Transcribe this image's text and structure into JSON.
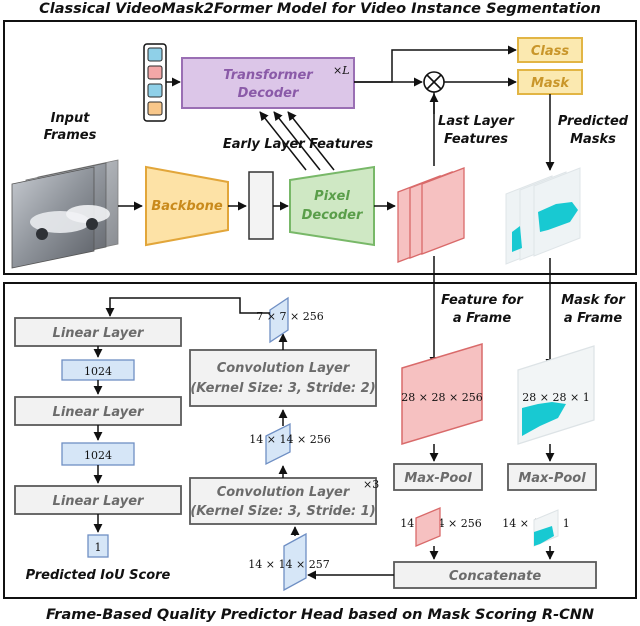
{
  "title_top": "Classical VideoMask2Former Model for Video Instance Segmentation",
  "title_bottom": "Frame-Based Quality Predictor Head based on Mask Scoring R-CNN",
  "top": {
    "transformer_line1": "Transformer",
    "transformer_line2": "Decoder",
    "times_L": "×L",
    "class_label": "Class",
    "mask_label": "Mask",
    "input_line1": "Input",
    "input_line2": "Frames",
    "early_features": "Early Layer Features",
    "backbone": "Backbone",
    "pixel_line1": "Pixel",
    "pixel_line2": "Decoder",
    "last_line1": "Last Layer",
    "last_line2": "Features",
    "pred_line1": "Predicted",
    "pred_line2": "Masks"
  },
  "bottom": {
    "feature_line1": "Feature for",
    "feature_line2": "a Frame",
    "mask_line1": "Mask for",
    "mask_line2": "a Frame",
    "linear1": "Linear Layer",
    "linear2": "Linear Layer",
    "linear3": "Linear Layer",
    "dim_1024_a": "1024",
    "dim_1024_b": "1024",
    "score_value": "1",
    "score_label": "Predicted IoU Score",
    "conv1_line1": "Convolution Layer",
    "conv1_line2": "(Kernel Size: 3, Stride: 2)",
    "conv2_line1": "Convolution Layer",
    "conv2_line2": "(Kernel Size: 3, Stride: 1)",
    "times_3": "×3",
    "dim_7": "7 × 7 × 256",
    "dim_14_256_mid": "14 × 14 × 256",
    "dim_14_257": "14 × 14 × 257",
    "dim_28_256": "28 × 28 × 256",
    "dim_28_1": "28 × 28 × 1",
    "dim_14_256_pool": "14 × 14 × 256",
    "dim_14_1": "14 × 14 × 1",
    "maxpool1": "Max-Pool",
    "maxpool2": "Max-Pool",
    "concatenate": "Concatenate"
  },
  "colors": {
    "transformer_fill": "#dcc6e8",
    "transformer_stroke": "#9a6fb4",
    "class_fill": "#fbe9b0",
    "class_stroke": "#e2b544",
    "backbone_fill": "#fde2a6",
    "backbone_stroke": "#e2a63a",
    "pixel_fill": "#cfe8c4",
    "pixel_stroke": "#78b868",
    "feature_fill": "#f6c1c1",
    "feature_stroke": "#d96a6a",
    "blue_fill": "#d6e6f7",
    "blue_stroke": "#6f8fc4",
    "mask_cyan": "#18c9d2"
  }
}
